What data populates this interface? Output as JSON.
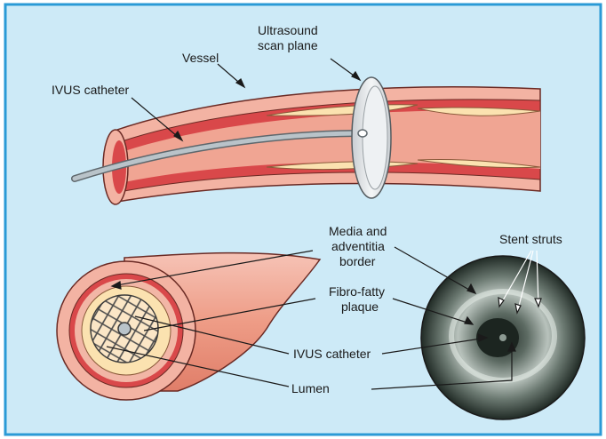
{
  "labels": {
    "vessel": "Vessel",
    "ultrasound_line1": "Ultrasound",
    "ultrasound_line2": "scan plane",
    "ivus_catheter_top": "IVUS catheter",
    "media_line1": "Media and",
    "media_line2": "adventitia",
    "media_line3": "border",
    "stent_struts": "Stent struts",
    "fibro_line1": "Fibro-fatty",
    "fibro_line2": "plaque",
    "ivus_catheter_bottom": "IVUS catheter",
    "lumen": "Lumen"
  },
  "colors": {
    "background": "#cdeaf7",
    "frame": "#2a9ad6",
    "vessel_outer": "#f0a593",
    "vessel_media": "#d9484a",
    "plaque": "#fbe2b0",
    "catheter": "#a8b3b9",
    "scan_plane": "#e3e7ea",
    "ivus_image": "#3b4740"
  }
}
